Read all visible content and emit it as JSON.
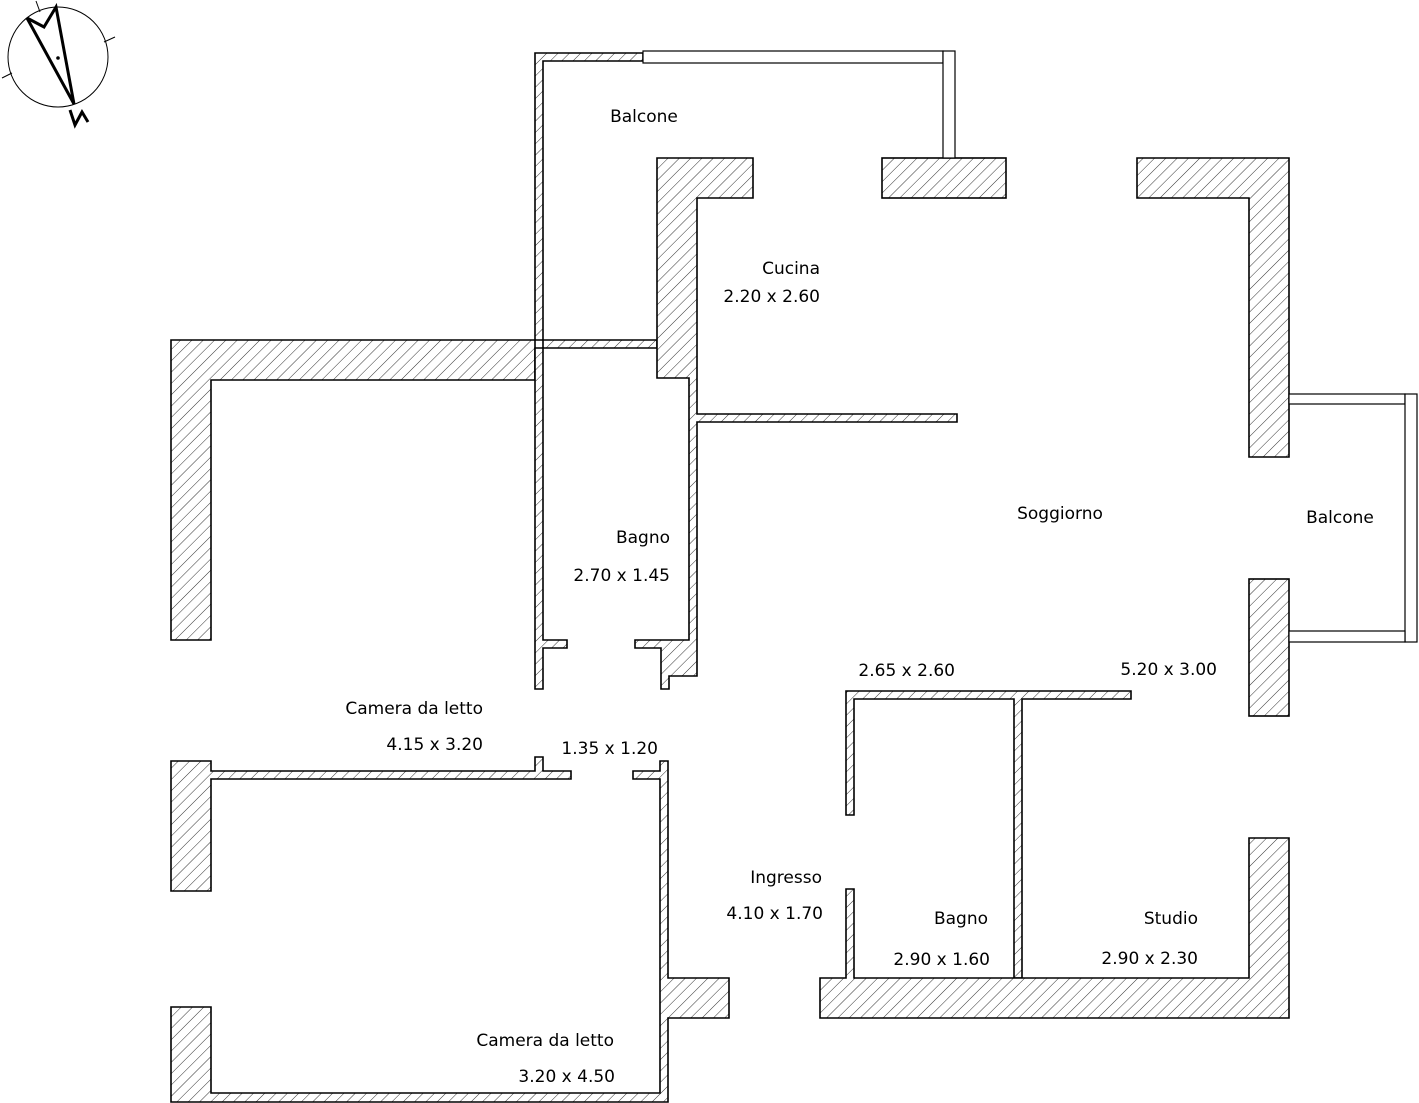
{
  "plan": {
    "compass_letter": "N",
    "rooms": [
      {
        "name": "Balcone",
        "size": ""
      },
      {
        "name": "Cucina",
        "size": "2.20 x 2.60"
      },
      {
        "name": "Bagno",
        "size": "2.70 x 1.45"
      },
      {
        "name": "Soggiorno",
        "size": "5.20 x 3.00"
      },
      {
        "name": "Balcone",
        "size": ""
      },
      {
        "name": "Camera da letto",
        "size": "4.15 x 3.20"
      },
      {
        "name": "Ingresso",
        "size": "4.10 x 1.70"
      },
      {
        "name": "Bagno",
        "size": "2.90 x 1.60"
      },
      {
        "name": "Studio",
        "size": "2.90 x 2.30"
      },
      {
        "name": "Camera da letto",
        "size": "3.20 x 4.50"
      }
    ],
    "extra_dimensions": [
      "2.65 x 2.60",
      "1.35 x 1.20"
    ]
  }
}
